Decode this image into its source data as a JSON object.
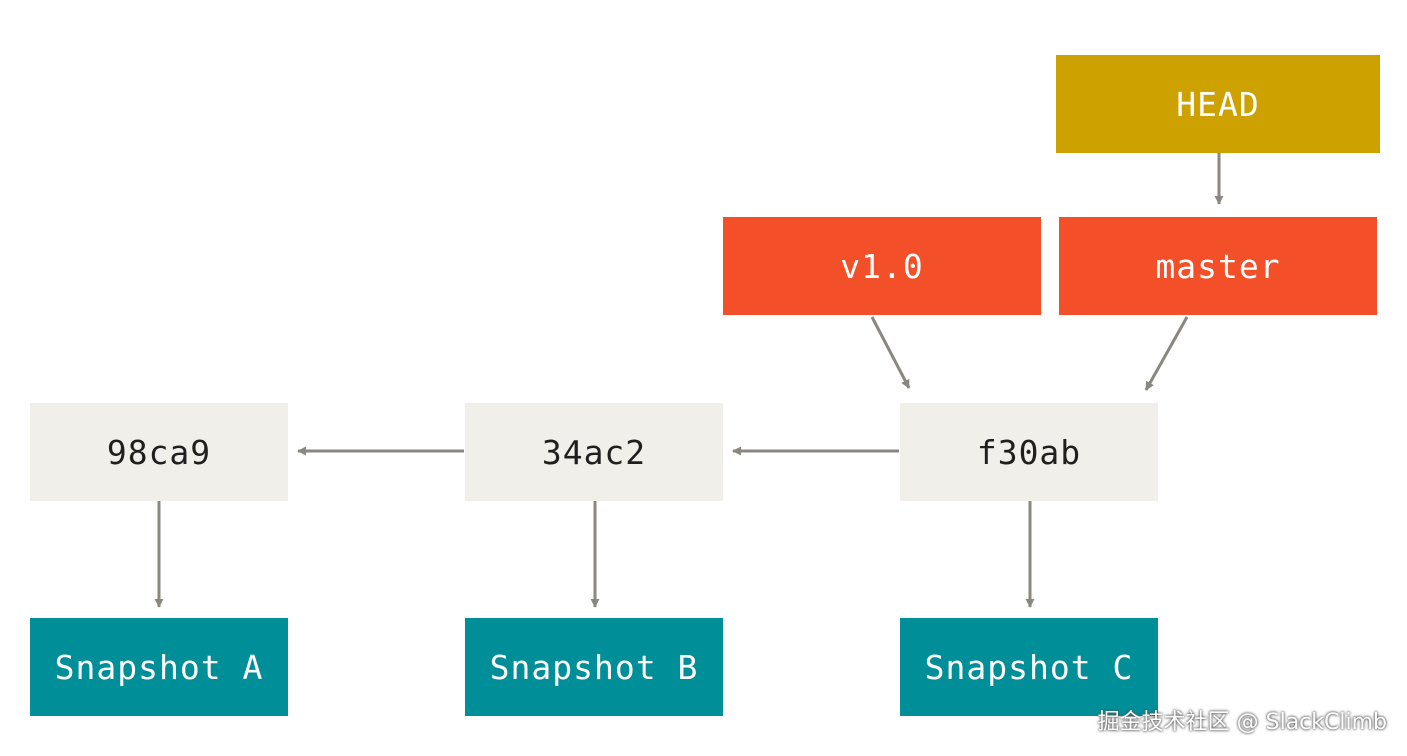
{
  "commits": [
    {
      "id": "98ca9"
    },
    {
      "id": "34ac2"
    },
    {
      "id": "f30ab"
    }
  ],
  "snapshots": [
    {
      "label": "Snapshot A"
    },
    {
      "label": "Snapshot B"
    },
    {
      "label": "Snapshot C"
    }
  ],
  "refs": {
    "tag": "v1.0",
    "branch": "master",
    "head": "HEAD"
  },
  "watermark": "掘金技术社区 @ SlackClimb",
  "colors": {
    "commit_fill": "#f0efe9",
    "snapshot_fill": "#008f99",
    "ref_fill": "#f34f29",
    "head_fill": "#cca100",
    "arrow": "#8a8780"
  }
}
